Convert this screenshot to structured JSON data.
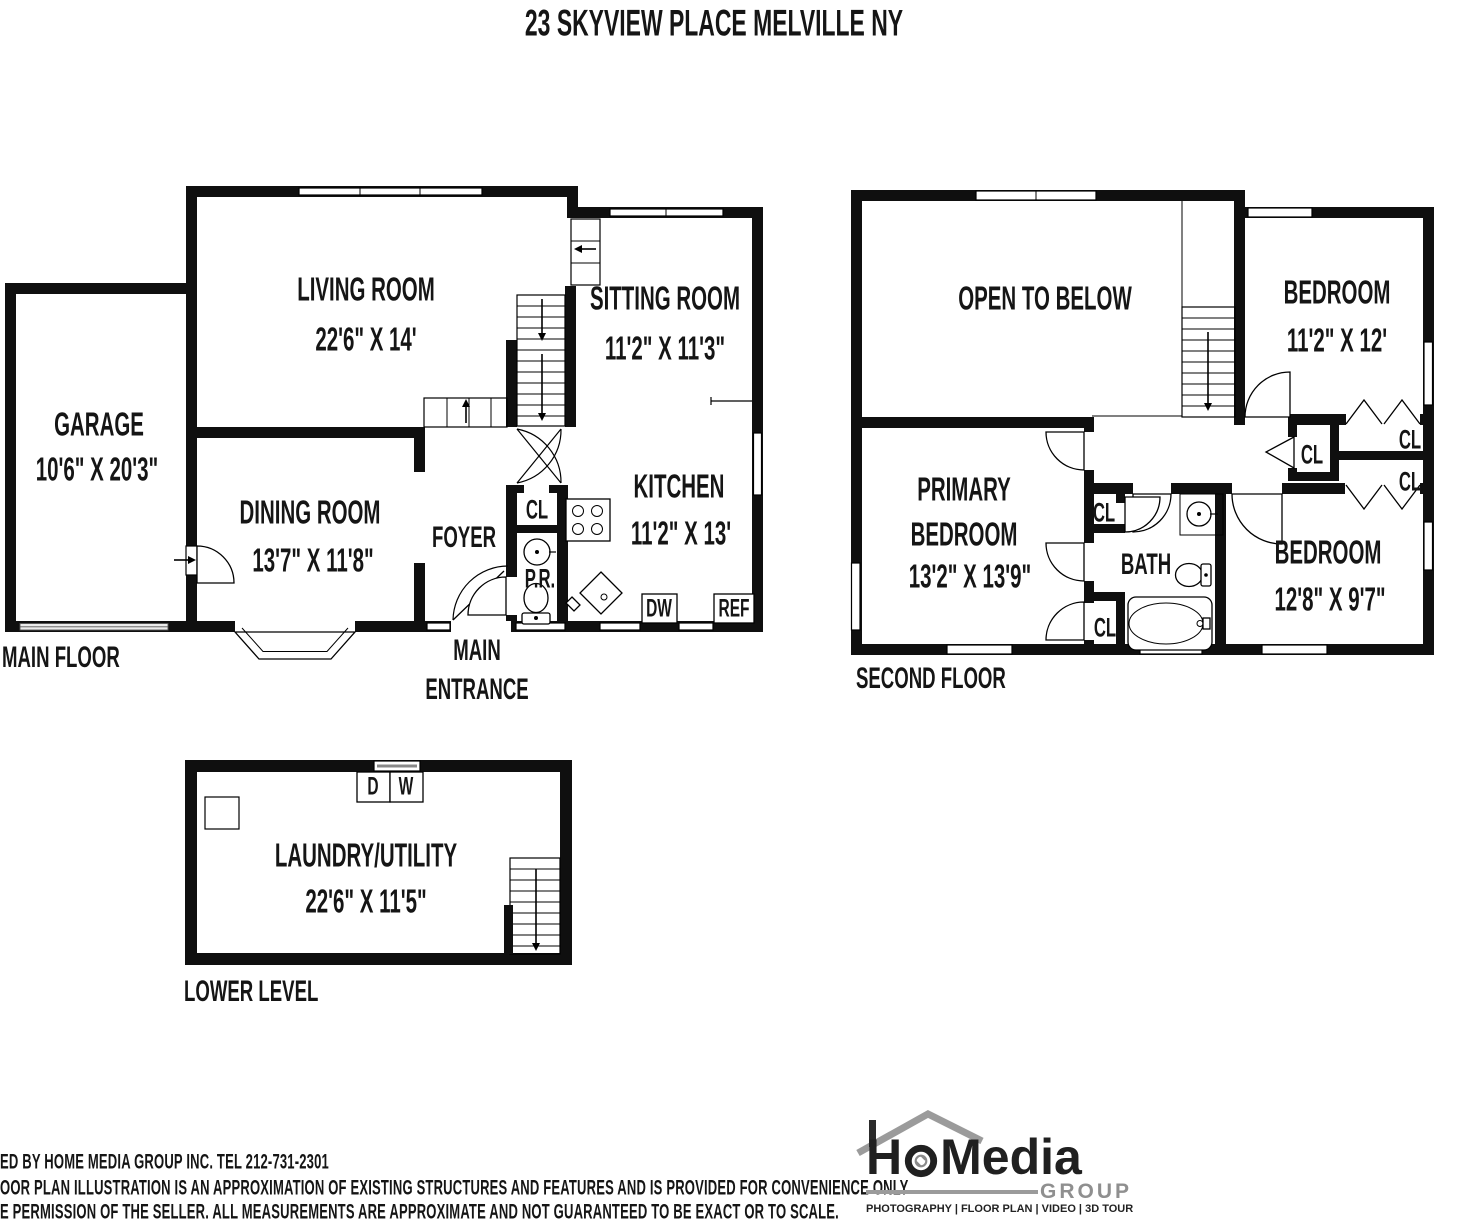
{
  "title": "23 SKYVIEW PLACE MELVILLE NY",
  "main_floor": {
    "floor_label": "MAIN FLOOR",
    "living": {
      "name": "LIVING ROOM",
      "dims": "22'6\" X 14'"
    },
    "sitting": {
      "name": "SITTING ROOM",
      "dims": "11'2\" X 11'3\""
    },
    "garage": {
      "name": "GARAGE",
      "dims": "10'6\" X 20'3\""
    },
    "dining": {
      "name": "DINING ROOM",
      "dims": "13'7\" X 11'8\""
    },
    "kitchen": {
      "name": "KITCHEN",
      "dims": "11'2\" X 13'"
    },
    "foyer": "FOYER",
    "closet": "CL",
    "powder_room": "P.R.",
    "dishwasher": "DW",
    "refrigerator": "REF",
    "entrance_line1": "MAIN",
    "entrance_line2": "ENTRANCE"
  },
  "second_floor": {
    "floor_label": "SECOND FLOOR",
    "open_to_below": "OPEN TO BELOW",
    "bedroom1": {
      "name": "BEDROOM",
      "dims": "11'2\" X 12'"
    },
    "primary": {
      "name_line1": "PRIMARY",
      "name_line2": "BEDROOM",
      "dims": "13'2\" X 13'9\""
    },
    "bedroom2": {
      "name": "BEDROOM",
      "dims": "12'8\" X 9'7\""
    },
    "bath": "BATH",
    "closet_hall": "CL",
    "closet_right_top": "CL",
    "closet_right_bottom": "CL",
    "closet_bath_top": "CL",
    "closet_bath_bottom": "CL"
  },
  "lower_level": {
    "floor_label": "LOWER LEVEL",
    "laundry": {
      "name": "LAUNDRY/UTILITY",
      "dims": "22'6\" X 11'5\""
    },
    "dryer": "D",
    "washer": "W"
  },
  "footer": {
    "line1": "ED BY  HOME MEDIA GROUP INC.  TEL 212-731-2301",
    "line2": "OOR PLAN ILLUSTRATION IS AN APPROXIMATION OF EXISTING STRUCTURES AND FEATURES AND IS PROVIDED FOR CONVENIENCE ONLY",
    "line3": "E PERMISSION OF THE SELLER. ALL MEASUREMENTS ARE APPROXIMATE AND NOT GUARANTEED TO BE EXACT OR TO SCALE."
  },
  "logo": {
    "brand_h": "H",
    "brand_rest": "Media",
    "group": "GROUP",
    "tagline": "PHOTOGRAPHY | FLOOR PLAN | VIDEO | 3D TOUR"
  }
}
